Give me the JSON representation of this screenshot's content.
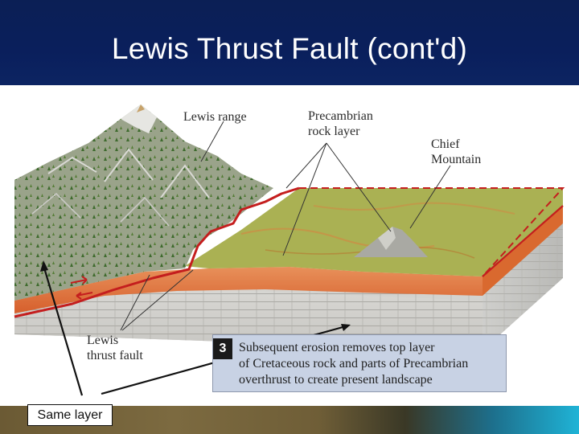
{
  "slide": {
    "title": "Lewis Thrust Fault (cont'd)"
  },
  "labels": {
    "lewis_range": "Lewis range",
    "precambrian_line1": "Precambrian",
    "precambrian_line2": "rock layer",
    "chief_line1": "Chief",
    "chief_line2": "Mountain",
    "thrust_line1": "Lewis",
    "thrust_line2": "thrust fault"
  },
  "caption": {
    "step": "3",
    "line1": "Subsequent erosion removes top layer",
    "line2": "of Cretaceous rock and parts of Precambrian",
    "line3": "overthrust to create present landscape"
  },
  "annotation": {
    "same_layer": "Same layer"
  },
  "colors": {
    "title_bar": "#0a1f5c",
    "fault_line": "#c41e1e",
    "precambrian_layer": "#e07a3c",
    "caption_bg": "#c8d2e4"
  }
}
